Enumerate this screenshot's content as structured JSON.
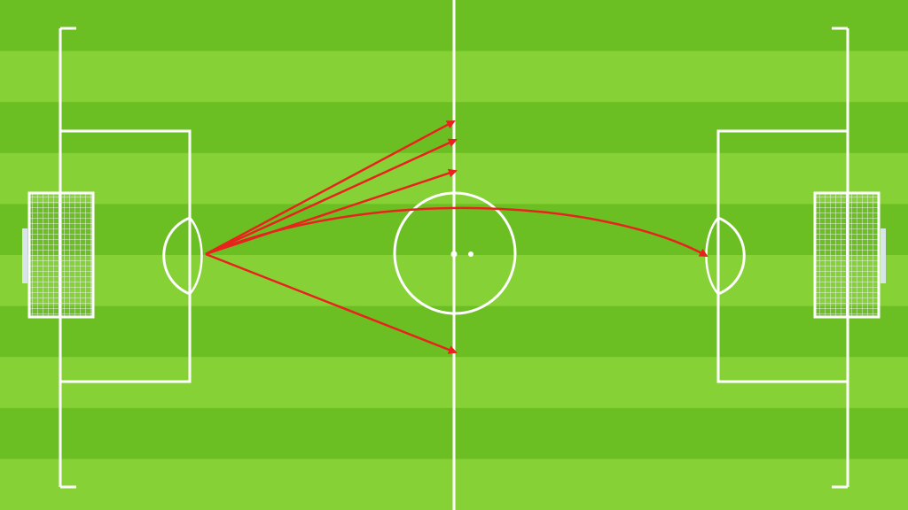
{
  "colors": {
    "grass_dark": "#6cbf22",
    "grass_light": "#86d236",
    "lines": "#ffffff",
    "arrows": "#e8231e",
    "net": "#e8f2e8",
    "goal_post": "#d9e6e9"
  },
  "pitch": {
    "stripe_count": 10,
    "center_spot": true,
    "penalty_spots": true
  },
  "arrows": [
    {
      "from": "left-penalty-arc",
      "to": "halfway-line-upper-1",
      "shape": "straight"
    },
    {
      "from": "left-penalty-arc",
      "to": "halfway-line-upper-2",
      "shape": "straight"
    },
    {
      "from": "left-penalty-arc",
      "to": "halfway-line-upper-3",
      "shape": "straight"
    },
    {
      "from": "left-penalty-arc",
      "to": "right-penalty-arc",
      "shape": "curved"
    },
    {
      "from": "left-penalty-arc",
      "to": "halfway-line-lower",
      "shape": "straight"
    }
  ]
}
